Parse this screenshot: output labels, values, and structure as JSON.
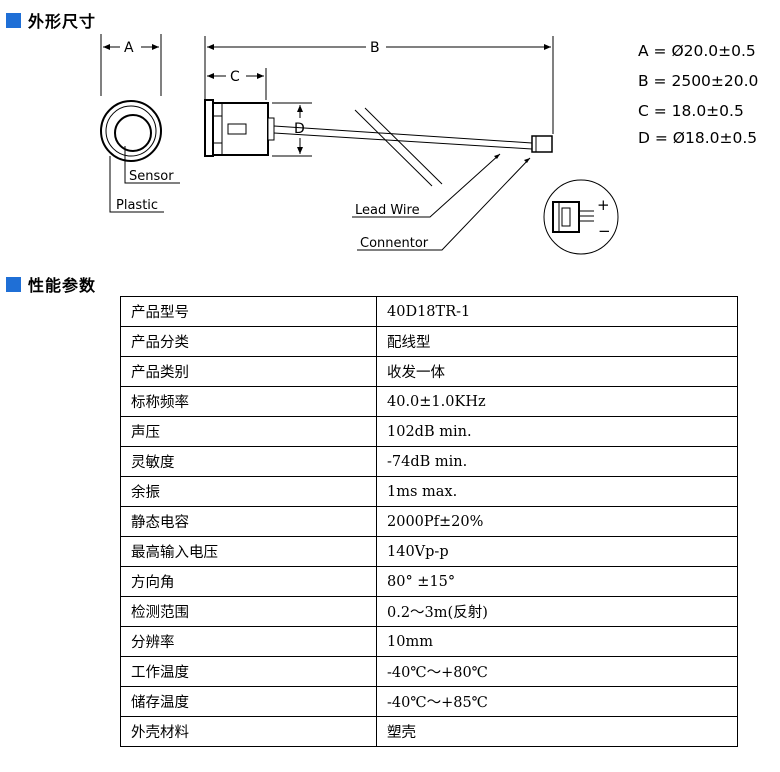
{
  "sections": {
    "dimensions_title": "外形尺寸",
    "specs_title": "性能参数"
  },
  "drawing": {
    "dim_a": "A",
    "dim_b": "B",
    "dim_c": "C",
    "dim_d": "D",
    "label_sensor": "Sensor",
    "label_plastic": "Plastic",
    "label_lead_wire": "Lead Wire",
    "label_connector": "Connentor",
    "plus": "+",
    "minus": "−"
  },
  "legend": [
    "A = Ø20.0±0.5",
    "B = 2500±20.0",
    "C = 18.0±0.5",
    "D = Ø18.0±0.5"
  ],
  "specs": [
    [
      "产品型号",
      "40D18TR-1"
    ],
    [
      "产品分类",
      "配线型"
    ],
    [
      "产品类别",
      "收发一体"
    ],
    [
      "标称频率",
      "40.0±1.0KHz"
    ],
    [
      "声压",
      "102dB min."
    ],
    [
      "灵敏度",
      "-74dB min."
    ],
    [
      "余振",
      "1ms max."
    ],
    [
      "静态电容",
      "2000Pf±20%"
    ],
    [
      "最高输入电压",
      "140Vp-p"
    ],
    [
      "方向角",
      "80° ±15°"
    ],
    [
      "检测范围",
      "0.2～3m(反射)"
    ],
    [
      "分辨率",
      "10mm"
    ],
    [
      "工作温度",
      "-40℃～+80℃"
    ],
    [
      "储存温度",
      "-40℃～+85℃"
    ],
    [
      "外壳材料",
      "塑壳"
    ]
  ]
}
